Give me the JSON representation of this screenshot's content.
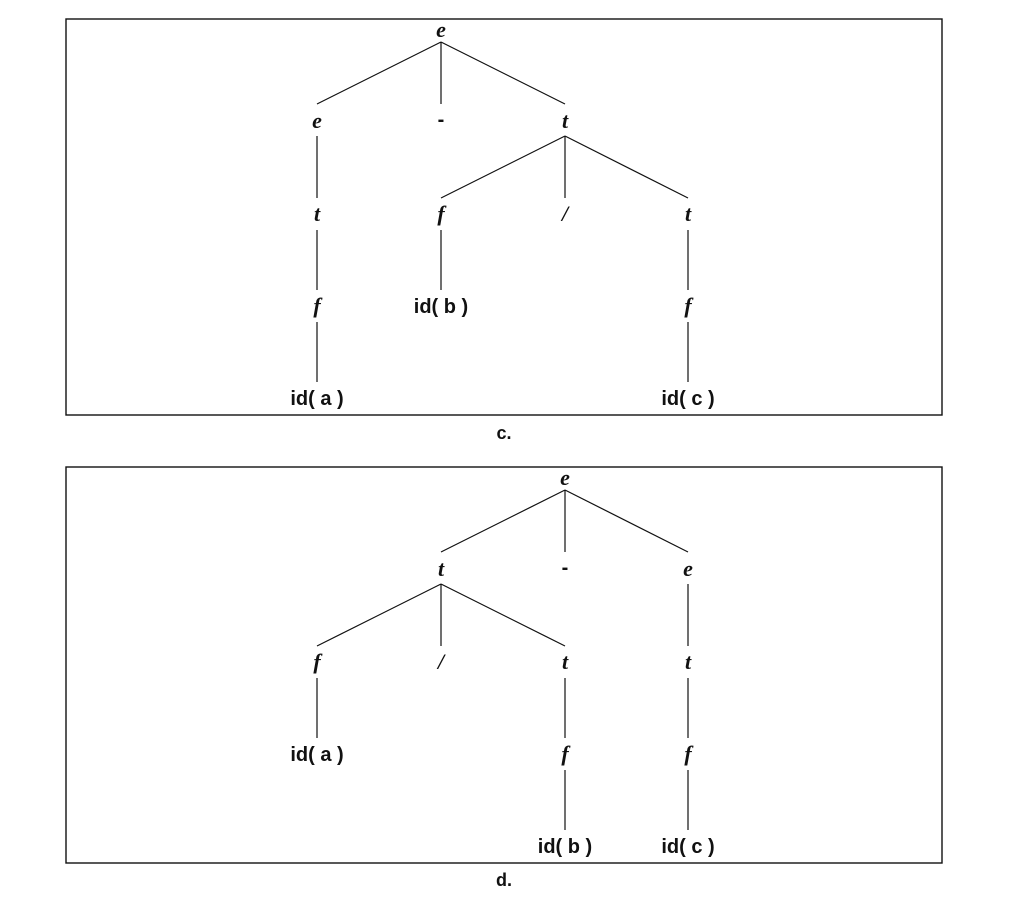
{
  "diagrams": [
    {
      "caption": "c.",
      "nodes": {
        "root": "e",
        "l_e": "e",
        "minus": "-",
        "r_t": "t",
        "l_t": "t",
        "l_f": "f",
        "id_a": "id( a )",
        "m_f": "f",
        "id_b": "id( b )",
        "slash": "/",
        "rr_t": "t",
        "rr_f": "f",
        "id_c": "id( c )"
      }
    },
    {
      "caption": "d.",
      "nodes": {
        "root": "e",
        "l_t": "t",
        "minus": "-",
        "r_e": "e",
        "ll_f": "f",
        "slash": "/",
        "lr_t": "t",
        "id_a": "id( a )",
        "lr_f": "f",
        "id_b": "id( b )",
        "r_t": "t",
        "r_f": "f",
        "id_c": "id( c )"
      }
    }
  ]
}
